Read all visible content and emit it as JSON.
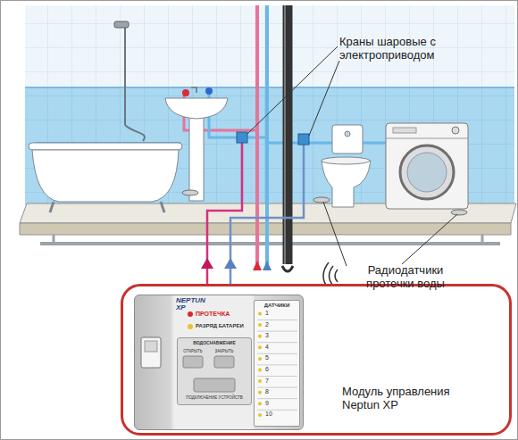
{
  "diagram": {
    "nodes": [
      {
        "text": [
          "Модуль управления Neptun XP"
        ]
      },
      {
        "text": [
          "NEPTUN XP"
        ],
        "in": 0
      },
      {
        "text": [
          "ВОДОСНАБЖЕНИЕ"
        ],
        "in": 1
      },
      {
        "text": [
          "ДАТЧИКИ"
        ],
        "in": 1
      }
    ],
    "labels": [
      "Краны шаровые с электроприводом",
      "Радиодатчики протечки воды",
      "ПРОТЕЧКА",
      "РАЗРЯД БАТАРЕИ",
      "ОТКРЫТЬ",
      "ЗАКРЫТЬ",
      "ПОДКЛЮЧЕНИЕ УСТРОЙСТВ",
      "1",
      "2",
      "3",
      "4",
      "5",
      "6",
      "7",
      "8",
      "9",
      "10"
    ]
  }
}
